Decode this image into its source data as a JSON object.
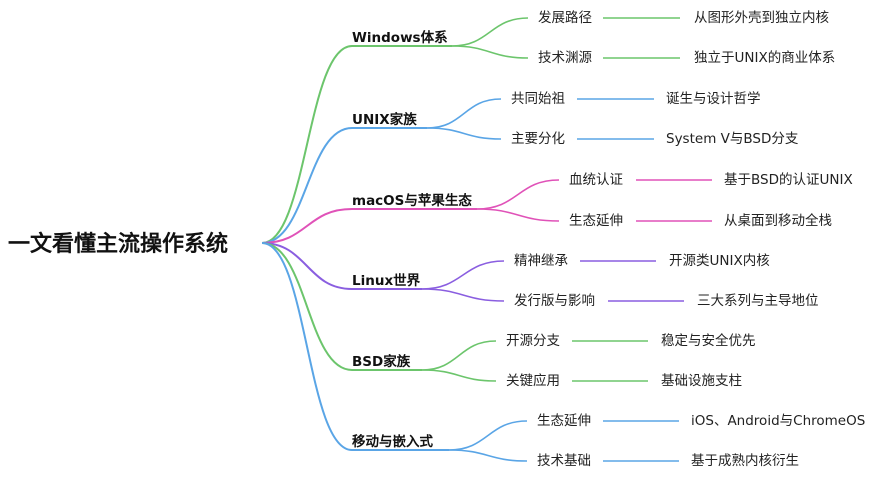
{
  "root": {
    "label": "一文看懂主流操作系统"
  },
  "branches": [
    {
      "label": "Windows体系",
      "color": "#6cc56c",
      "children": [
        {
          "label": "发展路径",
          "leaf": "从图形外壳到独立内核"
        },
        {
          "label": "技术渊源",
          "leaf": "独立于UNIX的商业体系"
        }
      ]
    },
    {
      "label": "UNIX家族",
      "color": "#5aa5e6",
      "children": [
        {
          "label": "共同始祖",
          "leaf": "诞生与设计哲学"
        },
        {
          "label": "主要分化",
          "leaf": "System V与BSD分支"
        }
      ]
    },
    {
      "label": "macOS与苹果生态",
      "color": "#e052b8",
      "children": [
        {
          "label": "血统认证",
          "leaf": "基于BSD的认证UNIX"
        },
        {
          "label": "生态延伸",
          "leaf": "从桌面到移动全栈"
        }
      ]
    },
    {
      "label": "Linux世界",
      "color": "#8a5ee0",
      "children": [
        {
          "label": "精神继承",
          "leaf": "开源类UNIX内核"
        },
        {
          "label": "发行版与影响",
          "leaf": "三大系列与主导地位"
        }
      ]
    },
    {
      "label": "BSD家族",
      "color": "#6cc56c",
      "children": [
        {
          "label": "开源分支",
          "leaf": "稳定与安全优先"
        },
        {
          "label": "关键应用",
          "leaf": "基础设施支柱"
        }
      ]
    },
    {
      "label": "移动与嵌入式",
      "color": "#5aa5e6",
      "children": [
        {
          "label": "生态延伸",
          "leaf": "iOS、Android与ChromeOS"
        },
        {
          "label": "技术基础",
          "leaf": "基于成熟内核衍生"
        }
      ]
    }
  ]
}
